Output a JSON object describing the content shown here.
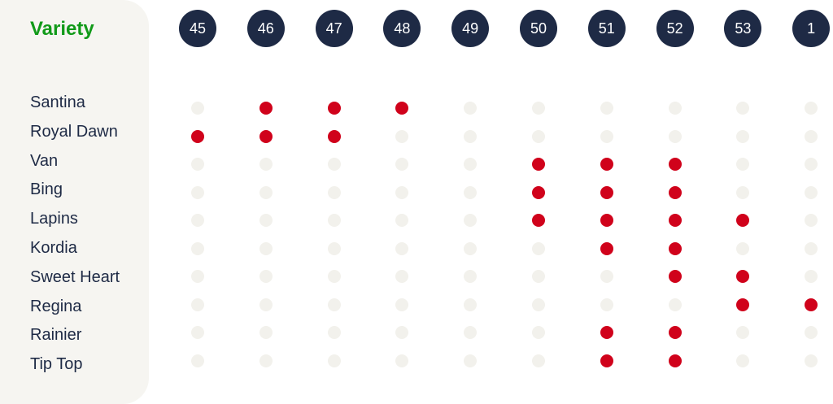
{
  "chart_data": {
    "type": "heatmap",
    "title": "Variety",
    "columns": [
      "45",
      "46",
      "47",
      "48",
      "49",
      "50",
      "51",
      "52",
      "53",
      "1"
    ],
    "rows": [
      {
        "name": "Santina",
        "available": [
          "46",
          "47",
          "48"
        ]
      },
      {
        "name": "Royal Dawn",
        "available": [
          "45",
          "46",
          "47"
        ]
      },
      {
        "name": "Van",
        "available": [
          "50",
          "51",
          "52"
        ]
      },
      {
        "name": "Bing",
        "available": [
          "50",
          "51",
          "52"
        ]
      },
      {
        "name": "Lapins",
        "available": [
          "50",
          "51",
          "52",
          "53"
        ]
      },
      {
        "name": "Kordia",
        "available": [
          "51",
          "52"
        ]
      },
      {
        "name": "Sweet Heart",
        "available": [
          "52",
          "53"
        ]
      },
      {
        "name": "Regina",
        "available": [
          "53",
          "1"
        ]
      },
      {
        "name": "Rainier",
        "available": [
          "51",
          "52"
        ]
      },
      {
        "name": "Tip Top",
        "available": [
          "51",
          "52"
        ]
      }
    ]
  },
  "colors": {
    "on": "#d0021b",
    "off": "#f2f1ec",
    "header": "#1e2a45",
    "title": "#119a19"
  }
}
